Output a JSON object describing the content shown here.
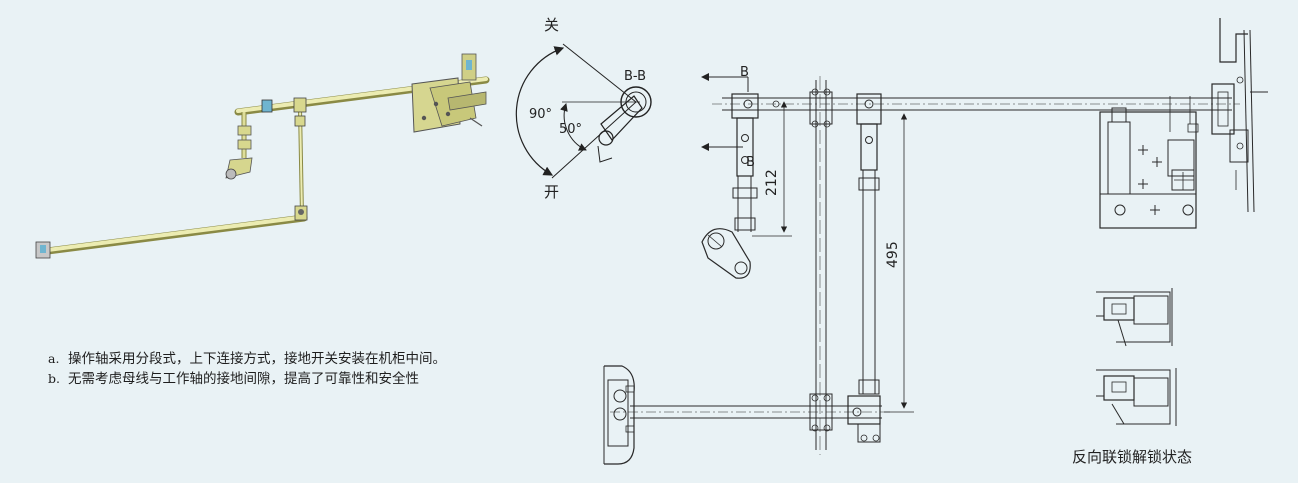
{
  "notes": [
    {
      "marker": "a.",
      "text": "操作轴采用分段式，上下连接方式，接地开关安装在机柜中间。"
    },
    {
      "marker": "b.",
      "text": "无需考虑母线与工作轴的接地间隙，提高了可靠性和安全性"
    }
  ],
  "angle_diagram": {
    "label_close": "关",
    "label_open": "开",
    "angle_outer": "90°",
    "angle_inner": "50°",
    "section_label": "B-B"
  },
  "drawing": {
    "section_mark_top": "B",
    "section_mark_mid": "B",
    "dim_short": "212",
    "dim_long": "495"
  },
  "caption": "反向联锁解锁状态",
  "colors": {
    "background": "#e9f2f5",
    "shaft": "#e6e6a6",
    "line": "#2a2a2a"
  }
}
